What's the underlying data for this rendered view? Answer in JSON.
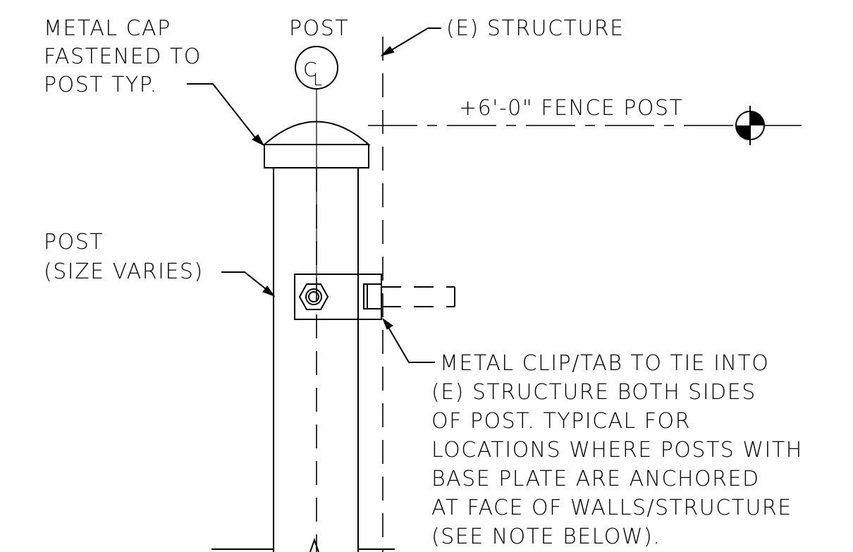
{
  "labels": {
    "metal_cap": [
      "METAL CAP",
      "FASTENED TO",
      "POST TYP."
    ],
    "post_centerline_title": "POST",
    "centerline_symbol": "CL",
    "existing_structure": "(E) STRUCTURE",
    "fence_post_elevation": "+6'-0\" FENCE POST",
    "post_size": [
      "POST",
      "(SIZE VARIES)"
    ],
    "clip_note": [
      "METAL CLIP/TAB TO TIE INTO",
      "(E) STRUCTURE BOTH SIDES",
      "OF POST. TYPICAL FOR",
      "LOCATIONS WHERE POSTS WITH",
      "BASE PLATE ARE ANCHORED",
      "AT FACE OF WALLS/STRUCTURE",
      "(SEE NOTE BELOW)."
    ]
  }
}
